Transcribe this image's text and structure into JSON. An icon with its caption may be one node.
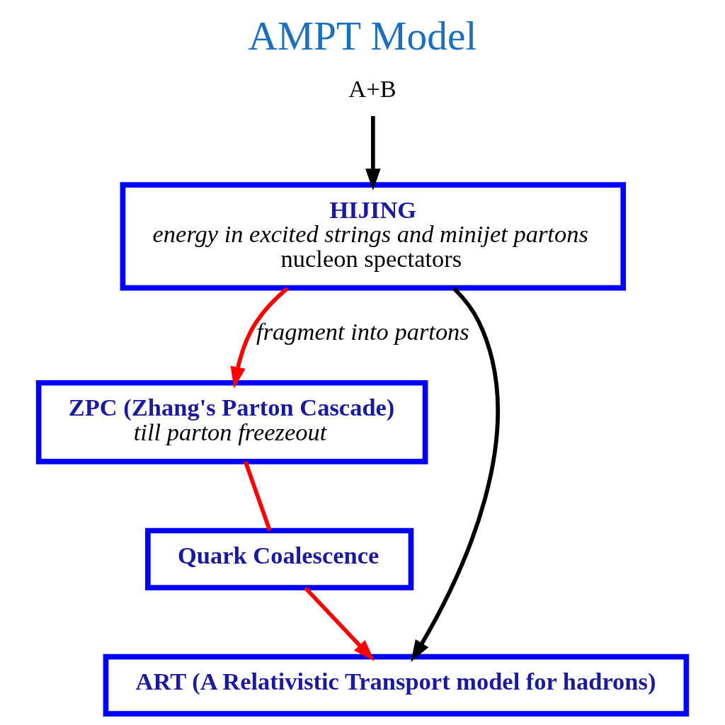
{
  "diagram": {
    "title": "AMPT Model",
    "nodes": [
      {
        "text": [
          "A+B"
        ]
      },
      {
        "text": [
          "HIJING",
          "energy in excited strings and minijet partons",
          "nucleon spectators"
        ]
      },
      {
        "text": [
          "ZPC (Zhang's Parton Cascade)",
          "till parton freezeout"
        ]
      },
      {
        "text": [
          "Quark Coalescence"
        ]
      },
      {
        "text": [
          "ART (A Relativistic Transport model for hadrons)"
        ]
      }
    ],
    "edges": [
      {
        "from": 0,
        "to": 1,
        "arrow": "to",
        "color": "#000000"
      },
      {
        "from": 1,
        "to": 2,
        "arrow": "to",
        "label": "fragment into partons"
      },
      {
        "from": 2,
        "to": 3,
        "arrow": "none"
      },
      {
        "from": 3,
        "to": 4,
        "arrow": "to"
      },
      {
        "from": 1,
        "to": 4,
        "arrow": "to",
        "color": "#000000"
      }
    ]
  }
}
